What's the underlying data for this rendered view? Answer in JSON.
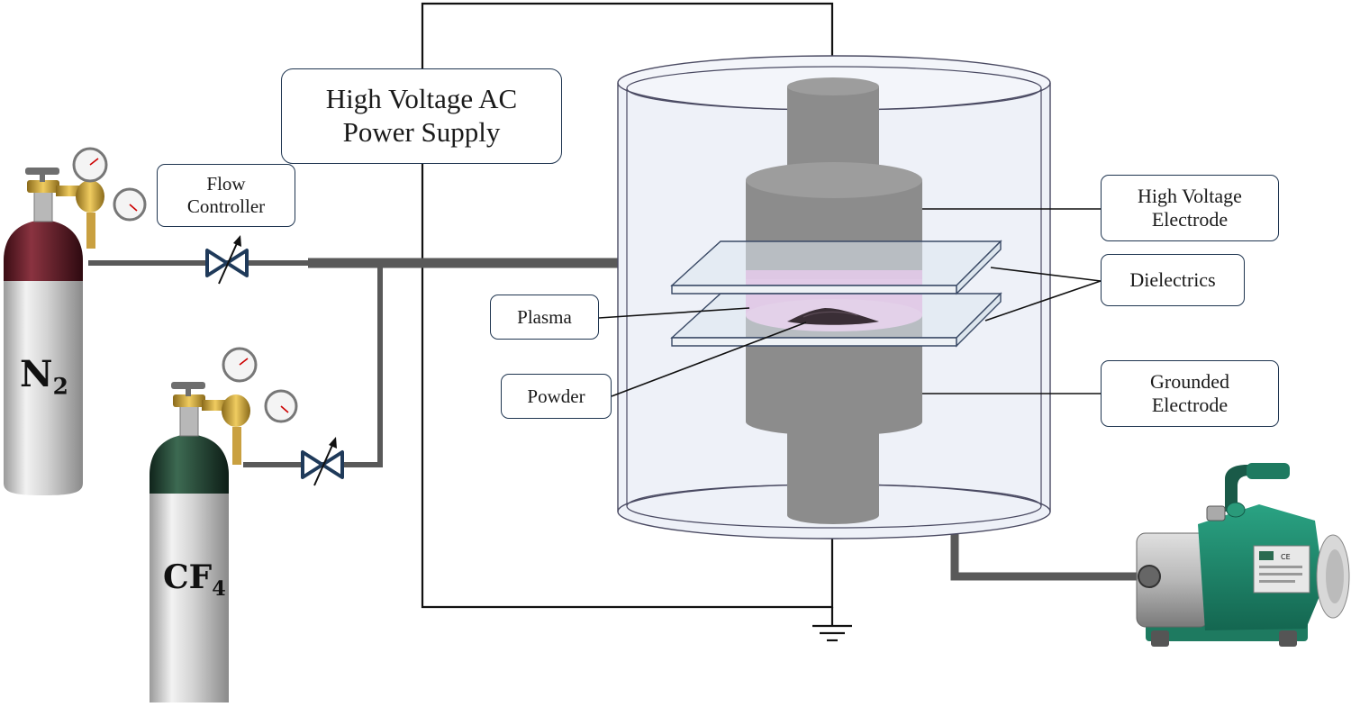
{
  "labels": {
    "power_supply": [
      "High Voltage AC",
      "Power Supply"
    ],
    "flow_controller": [
      "Flow",
      "Controller"
    ],
    "hv_electrode": [
      "High Voltage",
      "Electrode"
    ],
    "dielectrics": "Dielectrics",
    "plasma": "Plasma",
    "powder": "Powder",
    "grounded_electrode": [
      "Grounded",
      "Electrode"
    ]
  },
  "cylinders": {
    "n2": {
      "symbol": "N",
      "subscript": "2"
    },
    "cf4": {
      "symbol": "CF",
      "subscript": "4"
    }
  },
  "pump_badge": "CE",
  "colors": {
    "pipe": "#595959",
    "wire": "#111111",
    "label_border": "#1f3550",
    "valve": "#1f3a5a",
    "electrode": "#8c8c8c",
    "chamber_glass": "#eef1f8",
    "plasma": "#e6a5dc",
    "dielectric": "#dde6ee",
    "pump_body": "#1e8a6c",
    "cylinder_n2_neck": "#5a1a24",
    "cylinder_cf4_neck": "#1d3a2c",
    "regulator": "#e8b020"
  }
}
